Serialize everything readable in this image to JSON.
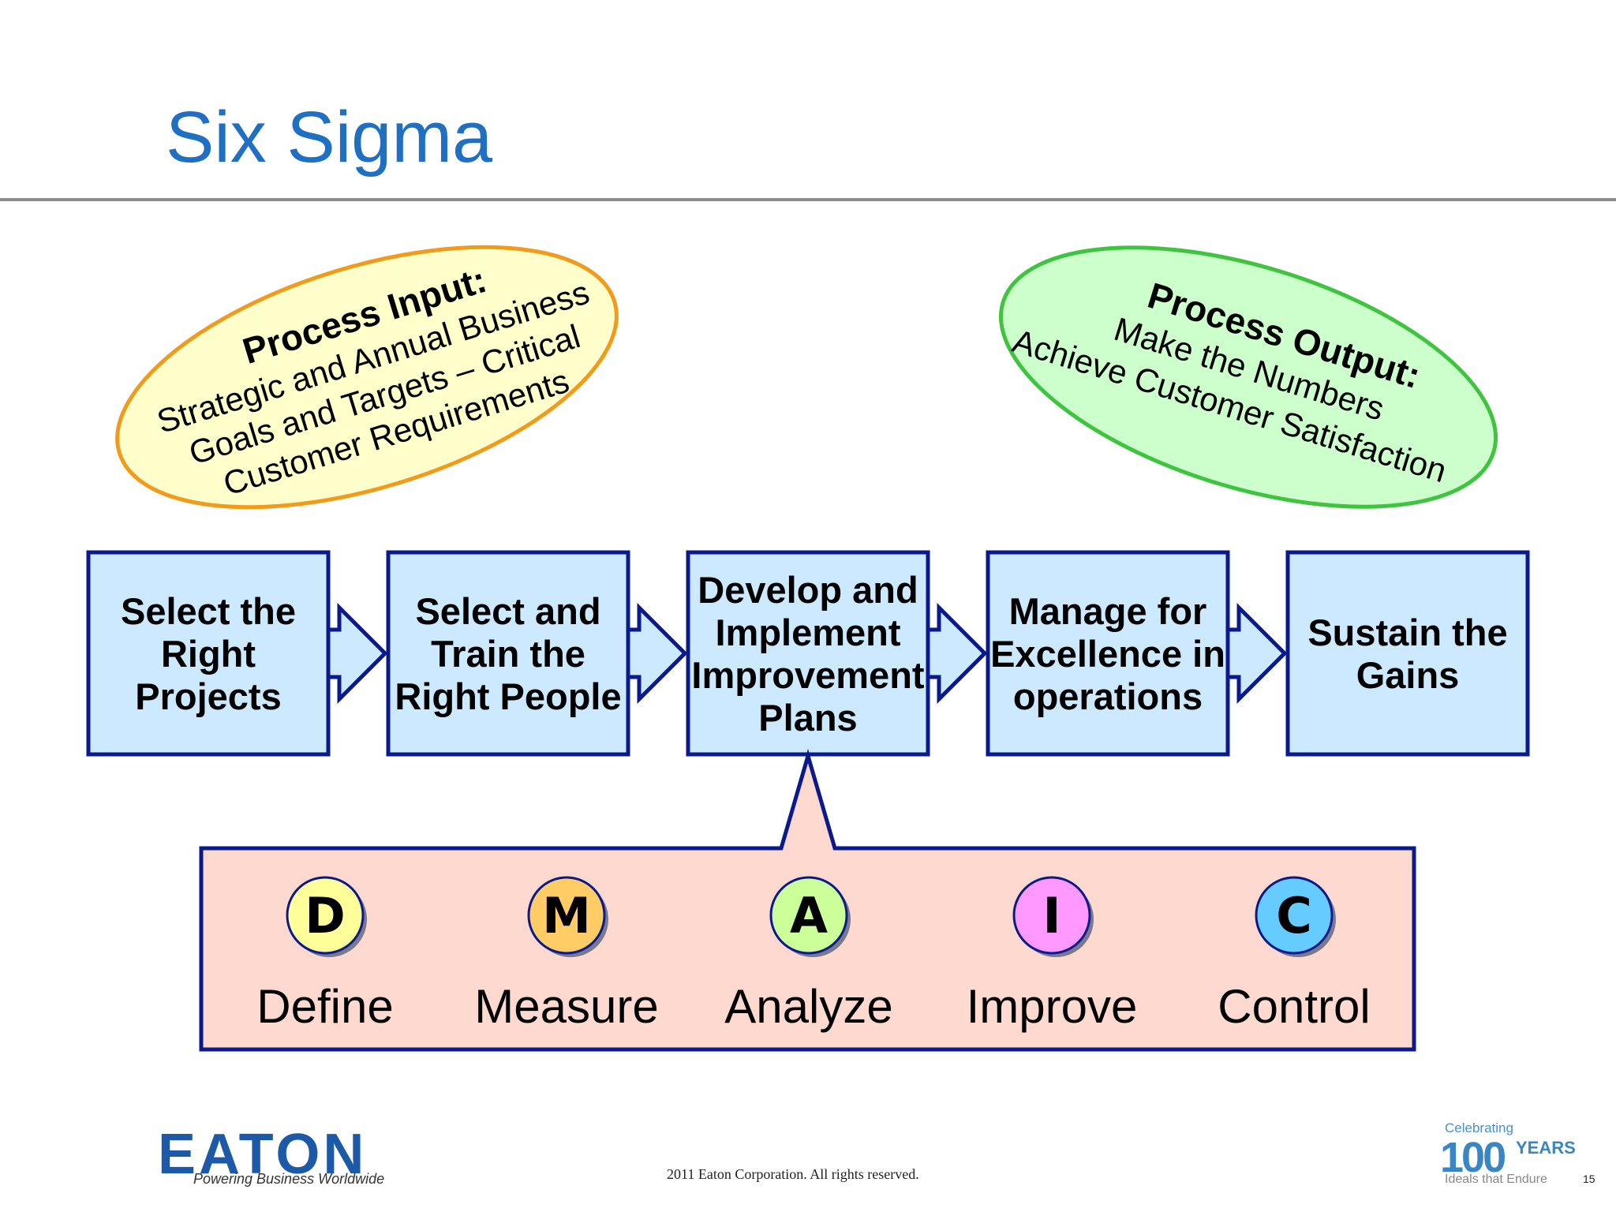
{
  "slide": {
    "title": "Six Sigma",
    "copyright": "2011 Eaton Corporation. All rights reserved.",
    "page_number": "15"
  },
  "process_input": {
    "heading": "Process Input:",
    "lines": [
      "Strategic and Annual Business",
      "Goals and Targets – Critical",
      "Customer Requirements"
    ],
    "fill": "#ffffcc",
    "stroke": "#f29a1a"
  },
  "process_output": {
    "heading": "Process Output:",
    "lines": [
      "Make the Numbers",
      "Achieve Customer Satisfaction"
    ],
    "fill": "#ccffcc",
    "stroke": "#3fc43f"
  },
  "steps": [
    {
      "lines": [
        "Select the",
        "Right",
        "Projects"
      ]
    },
    {
      "lines": [
        "Select and",
        "Train the",
        "Right People"
      ]
    },
    {
      "lines": [
        "Develop and",
        "Implement",
        "Improvement",
        "Plans"
      ]
    },
    {
      "lines": [
        "Manage for",
        "Excellence in",
        "operations"
      ]
    },
    {
      "lines": [
        "Sustain the",
        "Gains"
      ]
    }
  ],
  "step_colors": {
    "fill": "#cce9ff",
    "stroke": "#0a1a8c"
  },
  "dmaic": {
    "fill": "#fdd9d0",
    "stroke": "#0a1a8c",
    "phases": [
      {
        "letter": "D",
        "label": "Define",
        "color": "#ffff99"
      },
      {
        "letter": "M",
        "label": "Measure",
        "color": "#ffcc66"
      },
      {
        "letter": "A",
        "label": "Analyze",
        "color": "#ccff99"
      },
      {
        "letter": "I",
        "label": "Improve",
        "color": "#ff99ff"
      },
      {
        "letter": "C",
        "label": "Control",
        "color": "#66ccff"
      }
    ]
  },
  "logo": {
    "name": "EATON",
    "tagline": "Powering Business Worldwide"
  },
  "badge": {
    "celebrating": "Celebrating",
    "hundred": "100",
    "years": "YEARS",
    "ideals": "Ideals that Endure"
  }
}
